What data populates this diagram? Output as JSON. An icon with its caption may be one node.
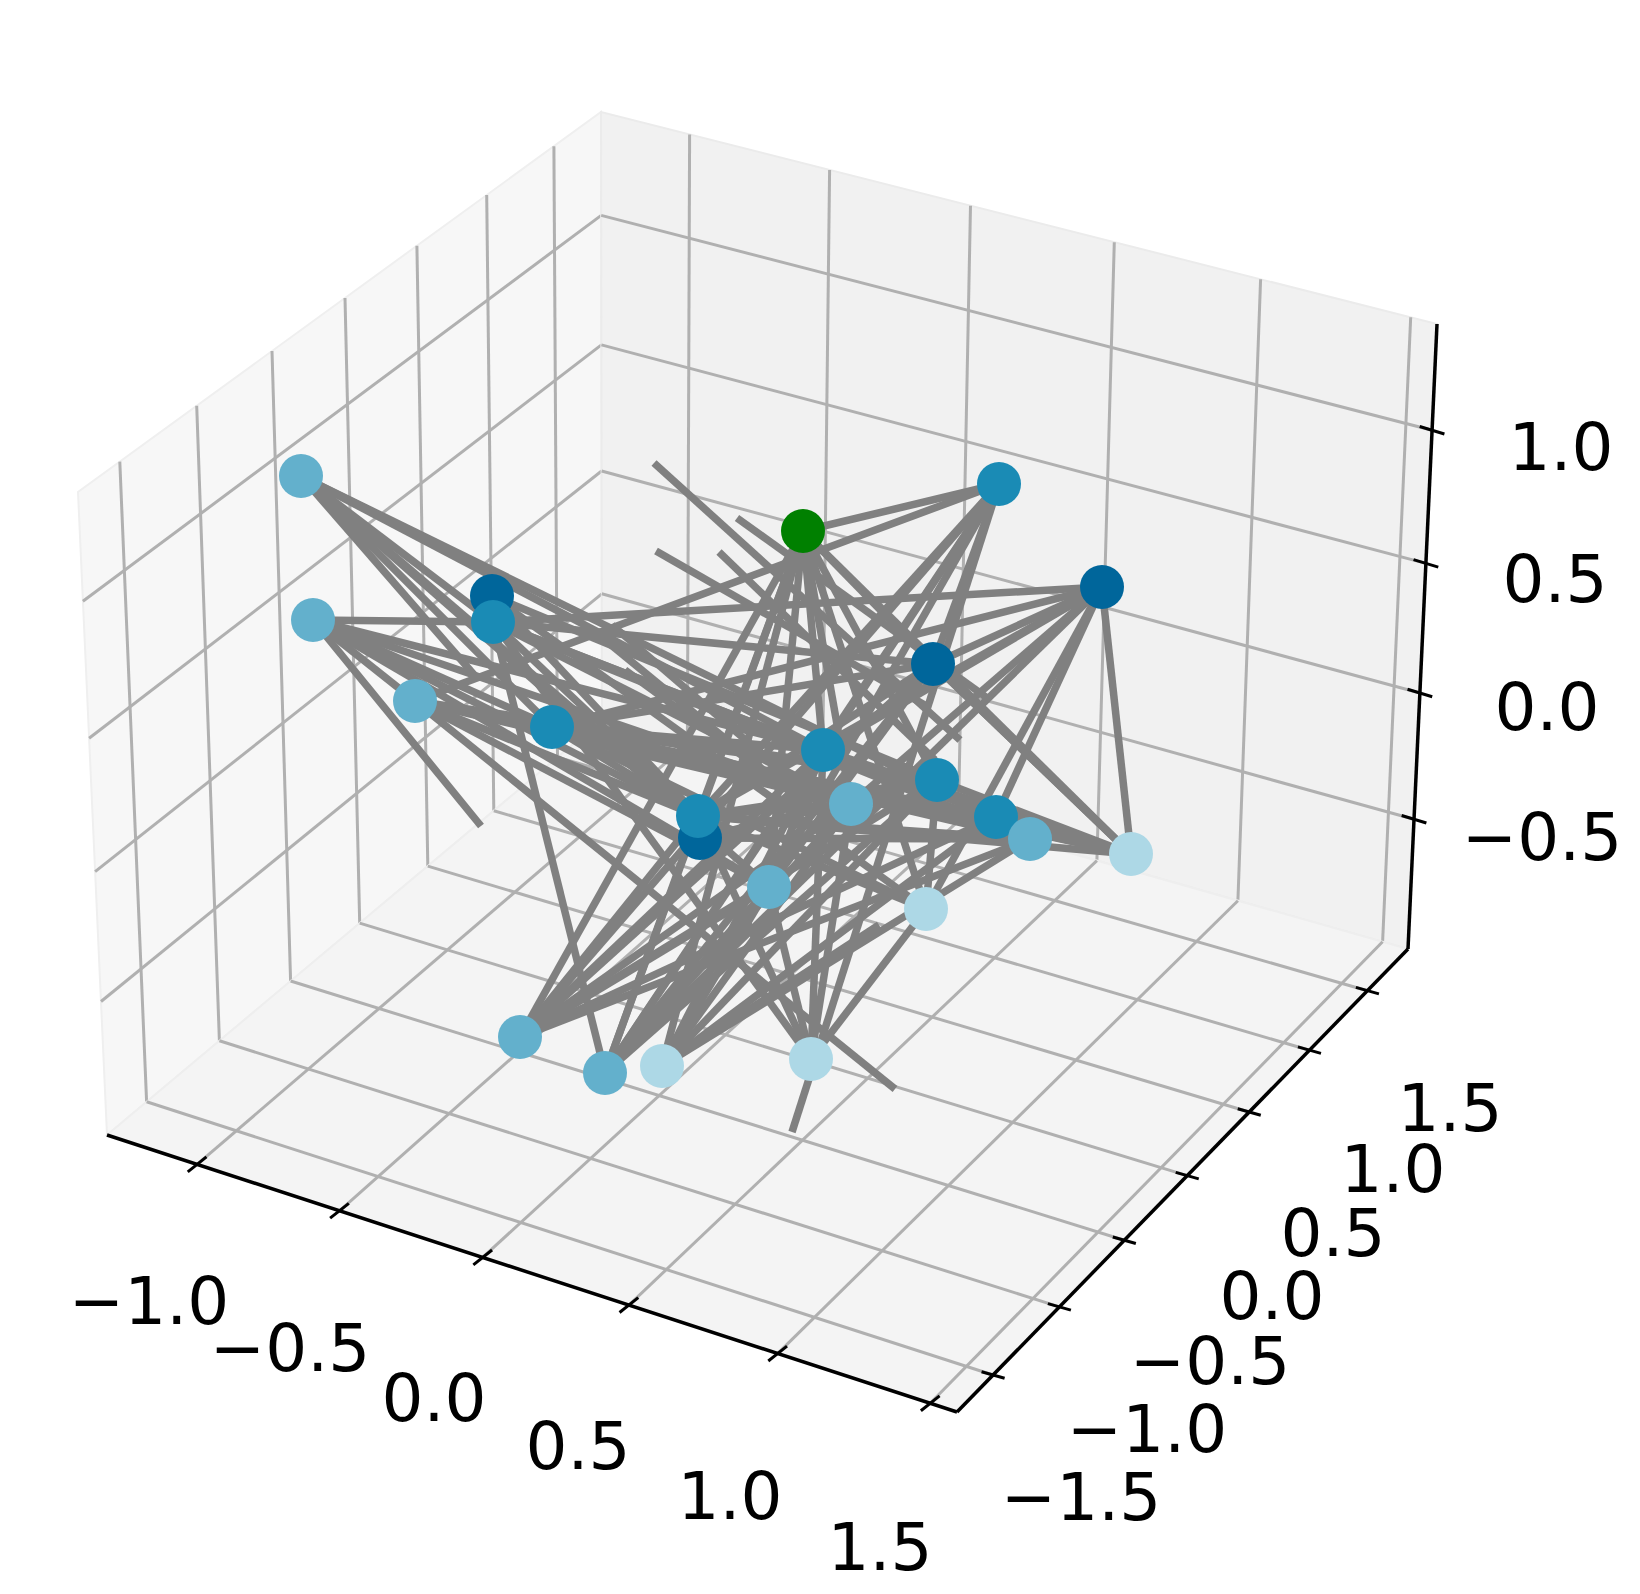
{
  "diagram": {
    "labels": [
      "−1.0",
      "−0.5",
      "0.0",
      "0.5",
      "1.0",
      "1.5",
      "−1.5",
      "−1.0",
      "−0.5",
      "0.0",
      "0.5",
      "1.0",
      "1.5",
      "−0.5",
      "0.0",
      "0.5",
      "1.0"
    ]
  }
}
